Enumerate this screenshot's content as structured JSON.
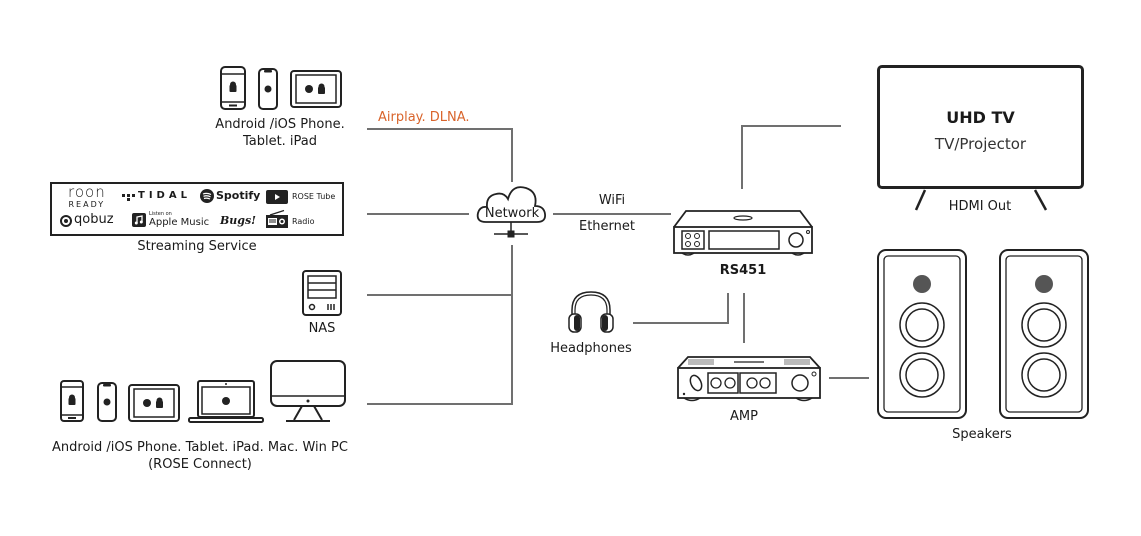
{
  "diagram": {
    "mobile_devices": {
      "label_line1": "Android /iOS Phone.",
      "label_line2": "Tablet. iPad",
      "icons": [
        "android-phone-icon",
        "iphone-icon",
        "tablet-icon"
      ]
    },
    "airplay_label": "Airplay. DLNA.",
    "airplay_color": "#d9642b",
    "streaming": {
      "label": "Streaming Service",
      "services": {
        "roon_line1": "roon",
        "roon_line2": "READY",
        "tidal": "TIDAL",
        "spotify": "Spotify",
        "rose_tube": "ROSE Tube",
        "qobuz": "qobuz",
        "apple_small": "Listen on",
        "apple": "Apple Music",
        "bugs": "Bugs!",
        "radio": "Radio"
      }
    },
    "nas": {
      "label": "NAS"
    },
    "computers": {
      "label_line1": "Android /iOS Phone. Tablet. iPad. Mac. Win PC",
      "label_line2": "(ROSE Connect)",
      "icons": [
        "android-phone-icon",
        "iphone-icon",
        "tablet-icon",
        "laptop-icon",
        "monitor-icon"
      ]
    },
    "network": {
      "label": "Network"
    },
    "connection": {
      "wifi": "WiFi",
      "ethernet": "Ethernet"
    },
    "rs451": {
      "label": "RS451"
    },
    "tv": {
      "title": "UHD TV",
      "subtitle": "TV/Projector",
      "output": "HDMI Out"
    },
    "headphones": {
      "label": "Headphones"
    },
    "amp": {
      "label": "AMP"
    },
    "speakers": {
      "label": "Speakers"
    }
  }
}
